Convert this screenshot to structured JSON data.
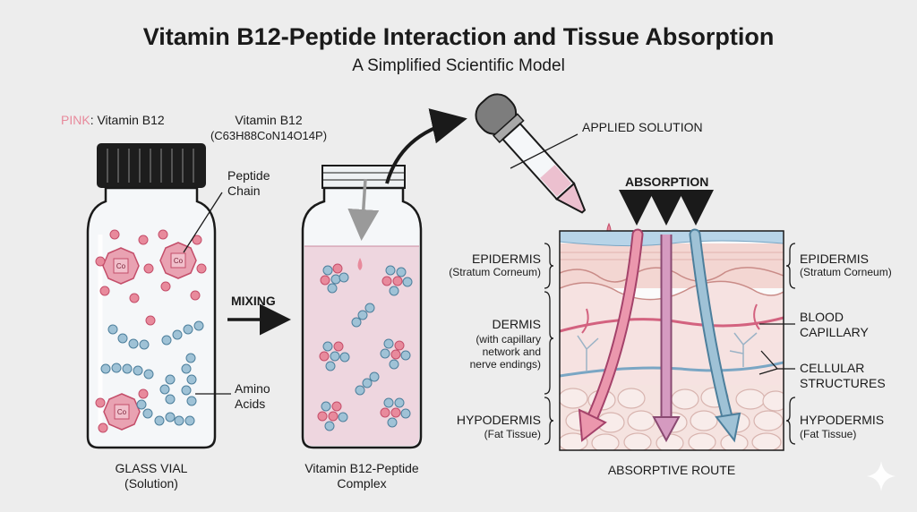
{
  "title": "Vitamin B12-Peptide Interaction and Tissue Absorption",
  "subtitle": "A Simplified Scientific Model",
  "legend": {
    "pink_word": "PINK",
    "pink_rest": ": Vitamin B12"
  },
  "formula": {
    "name": "Vitamin B12",
    "text": "(C63H88CoN14O14P)"
  },
  "cobalt_symbol": "Co",
  "vial1": {
    "label": "GLASS VIAL",
    "sublabel": "(Solution)",
    "peptide_label": "Peptide\nChain",
    "amino_label": "Amino\nAcids"
  },
  "mixing_label": "MIXING",
  "vial2": {
    "label": "Vitamin B12-Peptide\nComplex"
  },
  "applied_label": "APPLIED SOLUTION",
  "absorption_label": "ABSORPTION",
  "skin": {
    "left": {
      "epidermis": "EPIDERMIS",
      "epidermis_sub": "(Stratum Corneum)",
      "dermis": "DERMIS",
      "dermis_sub": "(with capillary\nnetwork and\nnerve endings)",
      "hypodermis": "HYPODERMIS",
      "hypodermis_sub": "(Fat Tissue)"
    },
    "right": {
      "epidermis": "EPIDERMIS",
      "epidermis_sub": "(Stratum Corneum)",
      "blood": "BLOOD\nCAPILLARY",
      "cellular": "CELLULAR\nSTRUCTURES",
      "hypodermis": "HYPODERMIS",
      "hypodermis_sub": "(Fat Tissue)"
    },
    "route_label": "ABSORPTIVE ROUTE"
  },
  "colors": {
    "pink": "#e88a9c",
    "blue": "#8fb8d2",
    "dark": "#1a1a1a",
    "glass": "#f4f6f8",
    "skin_pink": "#f2d4d4"
  }
}
